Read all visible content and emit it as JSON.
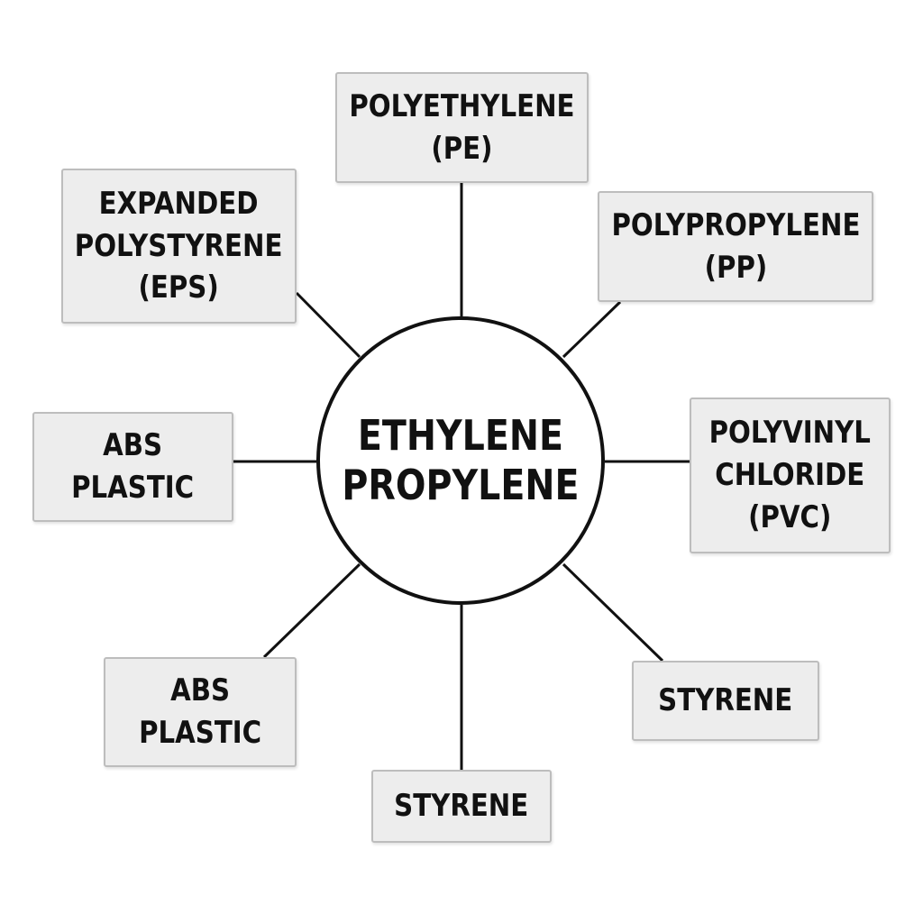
{
  "center": {
    "lines": [
      "ETHYLENE",
      "PROPYLENE"
    ]
  },
  "nodes": {
    "pe": {
      "lines": [
        "POLYETHYLENE",
        "(PE)"
      ]
    },
    "eps": {
      "lines": [
        "EXPANDED",
        "POLYSTYRENE",
        "(EPS)"
      ]
    },
    "pp": {
      "lines": [
        "POLYPROPYLENE",
        "(PP)"
      ]
    },
    "abs_left": {
      "lines": [
        "ABS",
        "PLASTIC"
      ]
    },
    "pvc": {
      "lines": [
        "POLYVINYL",
        "CHLORIDE",
        "(PVC)"
      ]
    },
    "abs_lower": {
      "lines": [
        "ABS",
        "PLASTIC"
      ]
    },
    "styrene_right": {
      "lines": [
        "STYRENE"
      ]
    },
    "styrene_bottom": {
      "lines": [
        "STYRENE"
      ]
    }
  },
  "colors": {
    "node_fill": "#ededed",
    "node_border": "#bdbdbd",
    "line": "#111111",
    "text": "#111111"
  }
}
